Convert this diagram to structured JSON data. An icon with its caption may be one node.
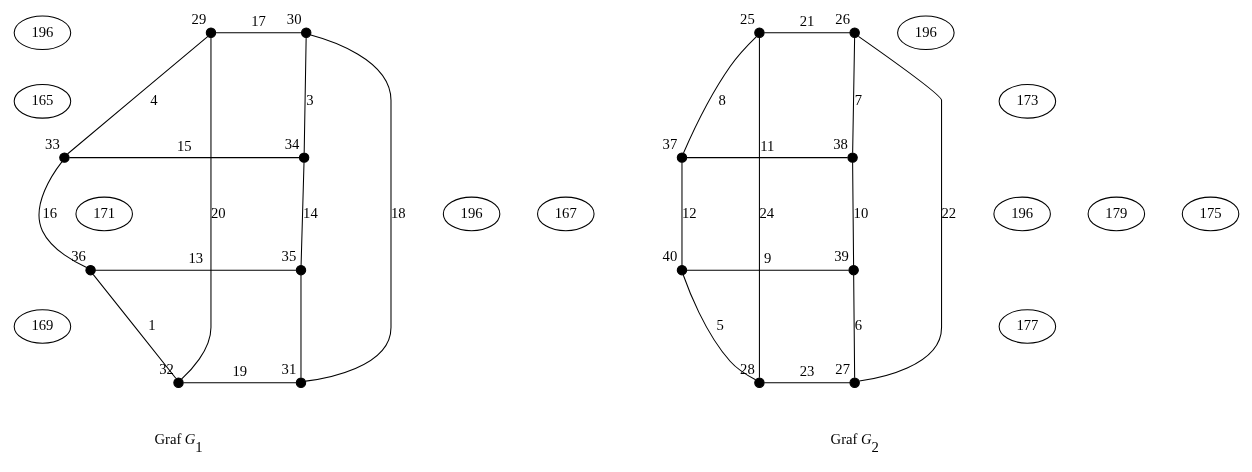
{
  "diagram": {
    "nodes": [
      {
        "text": [],
        "shape": "circle",
        "beside": [
          "29"
        ]
      },
      {
        "text": [],
        "shape": "circle",
        "beside": [
          "30"
        ]
      },
      {
        "text": [],
        "shape": "circle",
        "beside": [
          "33"
        ]
      },
      {
        "text": [],
        "shape": "circle",
        "beside": [
          "34"
        ]
      },
      {
        "text": [],
        "shape": "circle",
        "beside": [
          "36"
        ]
      },
      {
        "text": [],
        "shape": "circle",
        "beside": [
          "35"
        ]
      },
      {
        "text": [],
        "shape": "circle",
        "beside": [
          "32"
        ]
      },
      {
        "text": [],
        "shape": "circle",
        "beside": [
          "31"
        ]
      },
      {
        "text": [
          "196"
        ]
      },
      {
        "text": [
          "165"
        ]
      },
      {
        "text": [
          "171"
        ]
      },
      {
        "text": [
          "196"
        ]
      },
      {
        "text": [
          "167"
        ]
      },
      {
        "text": [
          "169"
        ]
      },
      {
        "text": [],
        "shape": "circle",
        "beside": [
          "25"
        ]
      },
      {
        "text": [],
        "shape": "circle",
        "beside": [
          "26"
        ]
      },
      {
        "text": [],
        "shape": "circle",
        "beside": [
          "37"
        ]
      },
      {
        "text": [],
        "shape": "circle",
        "beside": [
          "38"
        ]
      },
      {
        "text": [],
        "shape": "circle",
        "beside": [
          "40"
        ]
      },
      {
        "text": [],
        "shape": "circle",
        "beside": [
          "39"
        ]
      },
      {
        "text": [],
        "shape": "circle",
        "beside": [
          "28"
        ]
      },
      {
        "text": [],
        "shape": "circle",
        "beside": [
          "27"
        ]
      },
      {
        "text": [
          "173"
        ]
      },
      {
        "text": [
          "196"
        ]
      },
      {
        "text": [
          "179"
        ]
      },
      {
        "text": [
          "196"
        ]
      },
      {
        "text": [
          "175"
        ]
      },
      {
        "text": [
          "177"
        ]
      }
    ],
    "edges": [
      {
        "from": 0,
        "to": 1,
        "arrow": "none",
        "label": "17"
      },
      {
        "from": 0,
        "to": 2,
        "arrow": "none",
        "label": "4"
      },
      {
        "from": 1,
        "to": 3,
        "arrow": "none",
        "label": "3"
      },
      {
        "from": 2,
        "to": 3,
        "arrow": "none",
        "label": "15"
      },
      {
        "from": 0,
        "to": 6,
        "arrow": "none",
        "label": "20"
      },
      {
        "from": 2,
        "to": 4,
        "arrow": "none",
        "label": "16"
      },
      {
        "from": 3,
        "to": 5,
        "arrow": "none",
        "label": "14"
      },
      {
        "from": 1,
        "to": 7,
        "arrow": "none",
        "label": "18"
      },
      {
        "from": 4,
        "to": 5,
        "arrow": "none",
        "label": "13"
      },
      {
        "from": 4,
        "to": 6,
        "arrow": "none",
        "label": "1"
      },
      {
        "from": 5,
        "to": 7,
        "arrow": "none"
      },
      {
        "from": 6,
        "to": 7,
        "arrow": "none",
        "label": "19"
      },
      {
        "from": 14,
        "to": 15,
        "arrow": "none",
        "label": "21"
      },
      {
        "from": 14,
        "to": 16,
        "arrow": "none",
        "label": "8"
      },
      {
        "from": 15,
        "to": 17,
        "arrow": "none",
        "label": "7"
      },
      {
        "from": 16,
        "to": 17,
        "arrow": "none",
        "label": "11"
      },
      {
        "from": 14,
        "to": 20,
        "arrow": "none",
        "label": "24"
      },
      {
        "from": 16,
        "to": 18,
        "arrow": "none",
        "label": "12"
      },
      {
        "from": 17,
        "to": 19,
        "arrow": "none",
        "label": "10"
      },
      {
        "from": 15,
        "to": 21,
        "arrow": "none",
        "label": "22"
      },
      {
        "from": 18,
        "to": 19,
        "arrow": "none",
        "label": "9"
      },
      {
        "from": 18,
        "to": 20,
        "arrow": "none",
        "label": "5"
      },
      {
        "from": 19,
        "to": 21,
        "arrow": "none",
        "label": "6"
      },
      {
        "from": 20,
        "to": 21,
        "arrow": "none",
        "label": "23"
      }
    ],
    "labels": [
      "Graf *G*$_{1}$",
      "Graf *G*$_{2}$"
    ]
  }
}
